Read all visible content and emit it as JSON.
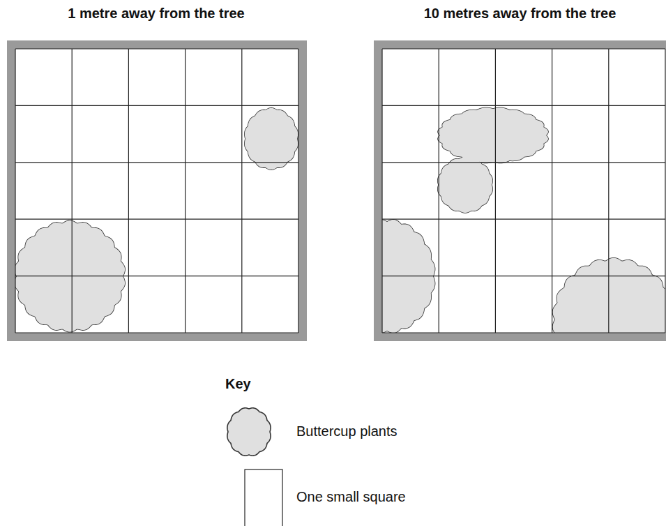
{
  "diagram": {
    "nodes": [
      {
        "text": [
          "1 metre away from the tree"
        ]
      },
      {
        "text": [
          "10 metres away from the tree"
        ]
      }
    ],
    "labels": [
      "Key"
    ],
    "legend": [
      {
        "text": "Buttercup plants"
      },
      {
        "text": "One small square"
      }
    ]
  }
}
